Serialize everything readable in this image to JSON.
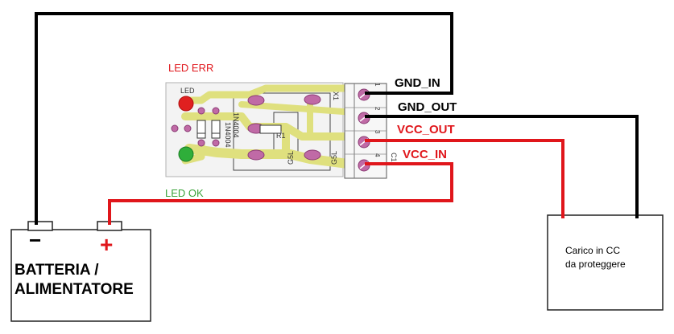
{
  "labels": {
    "led_err": "LED ERR",
    "led_ok": "LED OK",
    "gnd_in": "GND_IN",
    "gnd_out": "GND_OUT",
    "vcc_out": "VCC_OUT",
    "vcc_in": "VCC_IN",
    "battery_line1": "BATTERIA /",
    "battery_line2": "ALIMENTATORE",
    "battery_minus": "−",
    "battery_plus": "+",
    "load_line1": "Carico in CC",
    "load_line2": "da proteggere"
  },
  "pcb": {
    "silk_led": "LED",
    "silk_x1": "X1",
    "silk_1n4004_a": "1N4004",
    "silk_1n4004_b": "1N4004",
    "silk_r1": "R1",
    "silk_g5l_a": "G5L",
    "silk_g5l_b": "G5L",
    "silk_c1": "C1",
    "pin_1": "1",
    "pin_2": "2",
    "pin_3": "3",
    "pin_4": "4"
  },
  "colors": {
    "gnd_wire": "#000000",
    "vcc_wire": "#e0161b",
    "label_red": "#e0161b",
    "label_green": "#3aa33a",
    "trace": "#dfe07e",
    "pad": "#c06aa6",
    "led_red": "#e02020",
    "led_green": "#2fae3a"
  }
}
